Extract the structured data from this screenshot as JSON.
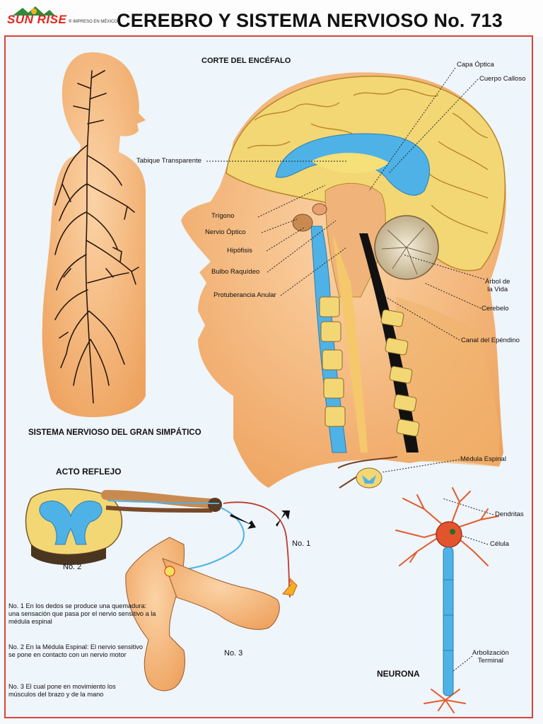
{
  "brand": {
    "name": "SUN RISE",
    "tagline": "® IMPRESO EN MÉXICO"
  },
  "title": "CEREBRO Y SISTEMA NERVIOSO No. 713",
  "sections": {
    "brain_section": "CORTE DEL ENCÉFALO",
    "sympathetic": "SISTEMA NERVIOSO DEL GRAN SIMPÁTICO",
    "reflex": "ACTO REFLEJO",
    "neuron": "NEURONA"
  },
  "brain_labels": {
    "capa_optica": "Capa Óptica",
    "cuerpo_calloso": "Cuerpo Calloso",
    "tabique": "Tabique Transparente",
    "trigono": "Trígono",
    "nervio_optico": "Nervio Óptico",
    "hipofisis": "Hipófisis",
    "bulbo": "Bulbo Raquídeo",
    "protuberancia": "Protuberancia Anular",
    "arbol_1": "Árbol de",
    "arbol_2": "la Vida",
    "cerebelo": "Cerebelo",
    "canal": "Canal del Epéndino",
    "medula": "Médula Espinal"
  },
  "neuron_labels": {
    "dendritas": "Dendritas",
    "celula": "Célula",
    "arbol_1": "Arbolización",
    "arbol_2": "Terminal"
  },
  "reflex_labels": {
    "no1": "No. 1",
    "no2": "No. 2",
    "no3": "No. 3"
  },
  "notes": {
    "n1": "No. 1  En los dedos se produce una quemadura: una sensación que pasa por el nervio sensitivo a la médula espinal",
    "n2": "No. 2  En la Médula Espinal: El nervio sensitivo se pone en contacto con un nervio motor",
    "n3": "No. 3  El cual pone en movimiento los músculos del brazo y de la mano"
  },
  "colors": {
    "accent": "#e1261c",
    "skin": "#f6b77a",
    "brain_yellow": "#f3d774",
    "ventricle_blue": "#4fb2e6",
    "nerve": "#2a1a10"
  }
}
